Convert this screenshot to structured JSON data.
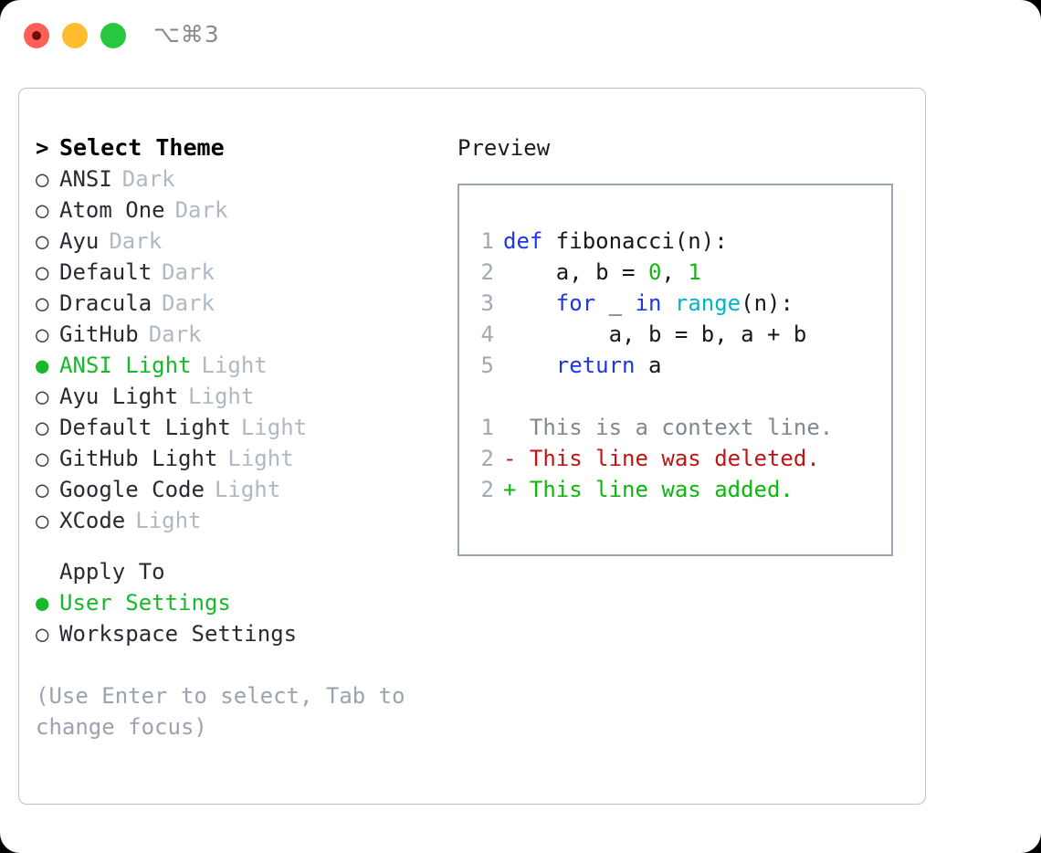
{
  "titlebar": {
    "shortcut": "⌥⌘3",
    "lights": [
      {
        "name": "close",
        "color": "#ff5f57"
      },
      {
        "name": "minimize",
        "color": "#febc2e"
      },
      {
        "name": "maximize",
        "color": "#28c840"
      }
    ]
  },
  "theme_section": {
    "header": "Select Theme",
    "header_marker": ">",
    "items": [
      {
        "marker": "○",
        "label": "ANSI",
        "badge": "Dark",
        "selected": false
      },
      {
        "marker": "○",
        "label": "Atom One",
        "badge": "Dark",
        "selected": false
      },
      {
        "marker": "○",
        "label": "Ayu",
        "badge": "Dark",
        "selected": false
      },
      {
        "marker": "○",
        "label": "Default",
        "badge": "Dark",
        "selected": false
      },
      {
        "marker": "○",
        "label": "Dracula",
        "badge": "Dark",
        "selected": false
      },
      {
        "marker": "○",
        "label": "GitHub",
        "badge": "Dark",
        "selected": false
      },
      {
        "marker": "●",
        "label": "ANSI Light",
        "badge": "Light",
        "selected": true
      },
      {
        "marker": "○",
        "label": "Ayu Light",
        "badge": "Light",
        "selected": false
      },
      {
        "marker": "○",
        "label": "Default Light",
        "badge": "Light",
        "selected": false
      },
      {
        "marker": "○",
        "label": "GitHub Light",
        "badge": "Light",
        "selected": false
      },
      {
        "marker": "○",
        "label": "Google Code",
        "badge": "Light",
        "selected": false
      },
      {
        "marker": "○",
        "label": "XCode",
        "badge": "Light",
        "selected": false
      }
    ]
  },
  "apply_section": {
    "header": "Apply To",
    "items": [
      {
        "marker": "●",
        "label": "User Settings",
        "selected": true
      },
      {
        "marker": "○",
        "label": "Workspace Settings",
        "selected": false
      }
    ]
  },
  "hint": "(Use Enter to select, Tab to change focus)",
  "preview": {
    "title": "Preview",
    "code_lines": [
      {
        "no": "1",
        "tokens": [
          {
            "t": "def ",
            "c": "kw"
          },
          {
            "t": "fibonacci(n):",
            "c": "plain"
          }
        ]
      },
      {
        "no": "2",
        "tokens": [
          {
            "t": "    a, b = ",
            "c": "plain"
          },
          {
            "t": "0",
            "c": "num"
          },
          {
            "t": ", ",
            "c": "plain"
          },
          {
            "t": "1",
            "c": "num"
          }
        ]
      },
      {
        "no": "3",
        "tokens": [
          {
            "t": "    ",
            "c": "plain"
          },
          {
            "t": "for",
            "c": "kw"
          },
          {
            "t": " _ ",
            "c": "plain"
          },
          {
            "t": "in",
            "c": "kw"
          },
          {
            "t": " ",
            "c": "plain"
          },
          {
            "t": "range",
            "c": "fn"
          },
          {
            "t": "(n):",
            "c": "plain"
          }
        ]
      },
      {
        "no": "4",
        "tokens": [
          {
            "t": "        a, b = b, a + b",
            "c": "plain"
          }
        ]
      },
      {
        "no": "5",
        "tokens": [
          {
            "t": "    ",
            "c": "plain"
          },
          {
            "t": "return",
            "c": "kw"
          },
          {
            "t": " a",
            "c": "plain"
          }
        ]
      }
    ],
    "diff_lines": [
      {
        "no": "1",
        "text": "  This is a context line.",
        "kind": "ctx"
      },
      {
        "no": "2",
        "text": "- This line was deleted.",
        "kind": "del"
      },
      {
        "no": "2",
        "text": "+ This line was added.",
        "kind": "add"
      }
    ]
  },
  "colors": {
    "accent_green": "#17b82a",
    "keyword_blue": "#1f35e8",
    "function_cyan": "#00b5c9",
    "number_green": "#13b613",
    "diff_deleted": "#c01414",
    "diff_added": "#0cb80c",
    "muted": "#b0b8c4",
    "border": "#b9c2cd"
  }
}
